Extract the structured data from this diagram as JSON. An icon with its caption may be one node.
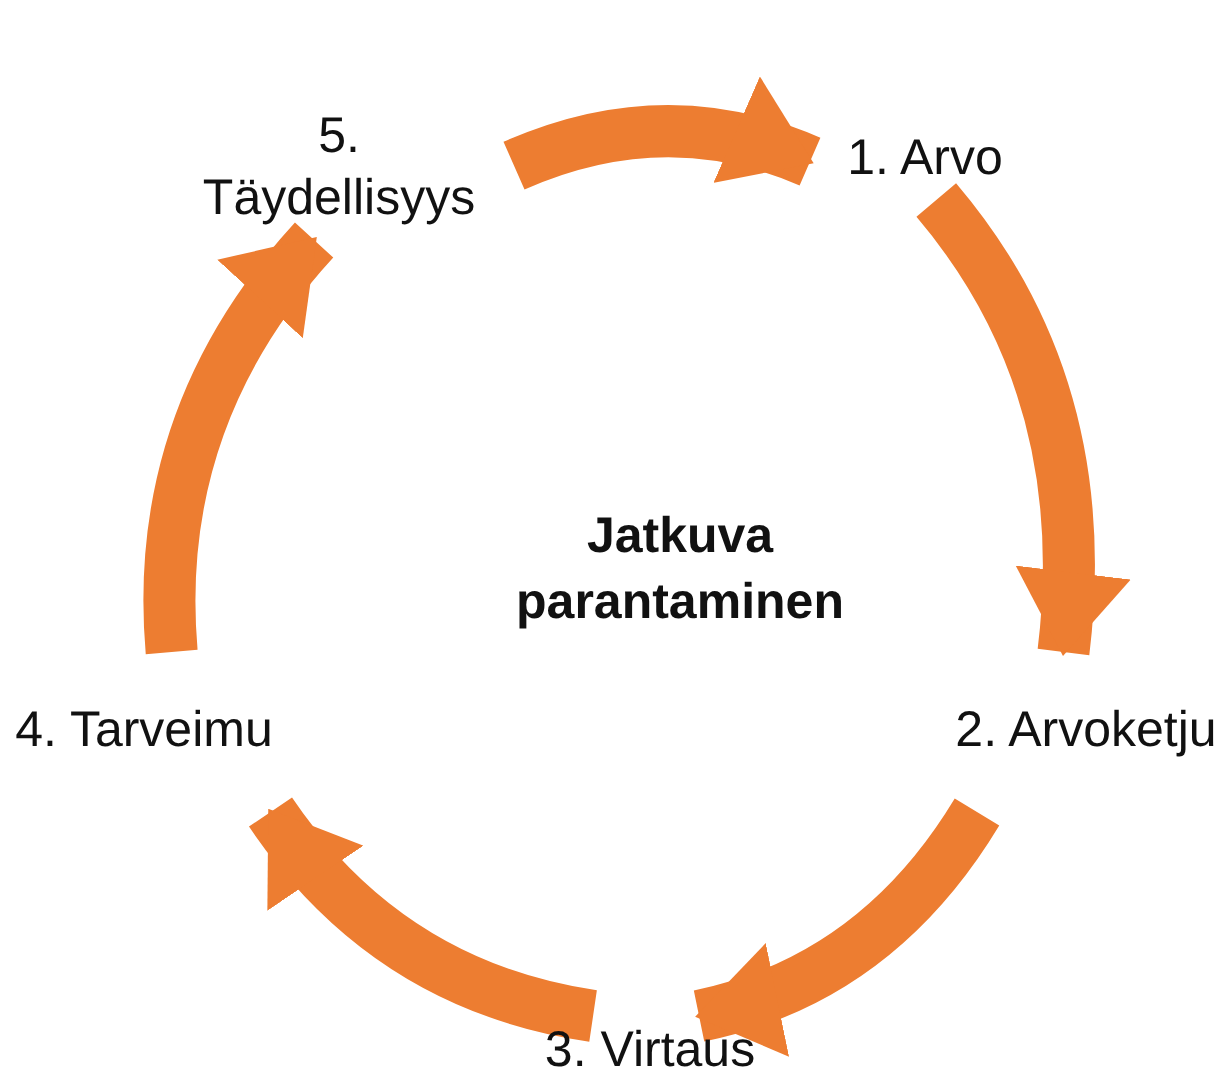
{
  "diagram": {
    "nodes": [
      {
        "text": [
          "1. Arvo"
        ]
      },
      {
        "text": [
          "2. Arvoketju"
        ]
      },
      {
        "text": [
          "3. Virtaus"
        ]
      },
      {
        "text": [
          "4. Tarveimu"
        ]
      },
      {
        "text": [
          "5. Täydellisyys"
        ]
      }
    ],
    "edges": [
      {
        "from": 4,
        "to": 0,
        "arrow": "to"
      },
      {
        "from": 0,
        "to": 1,
        "arrow": "to"
      },
      {
        "from": 1,
        "to": 2,
        "arrow": "to"
      },
      {
        "from": 2,
        "to": 3,
        "arrow": "to"
      },
      {
        "from": 3,
        "to": 4,
        "arrow": "to"
      }
    ],
    "labels": [
      "Jatkuva parantaminen"
    ]
  }
}
